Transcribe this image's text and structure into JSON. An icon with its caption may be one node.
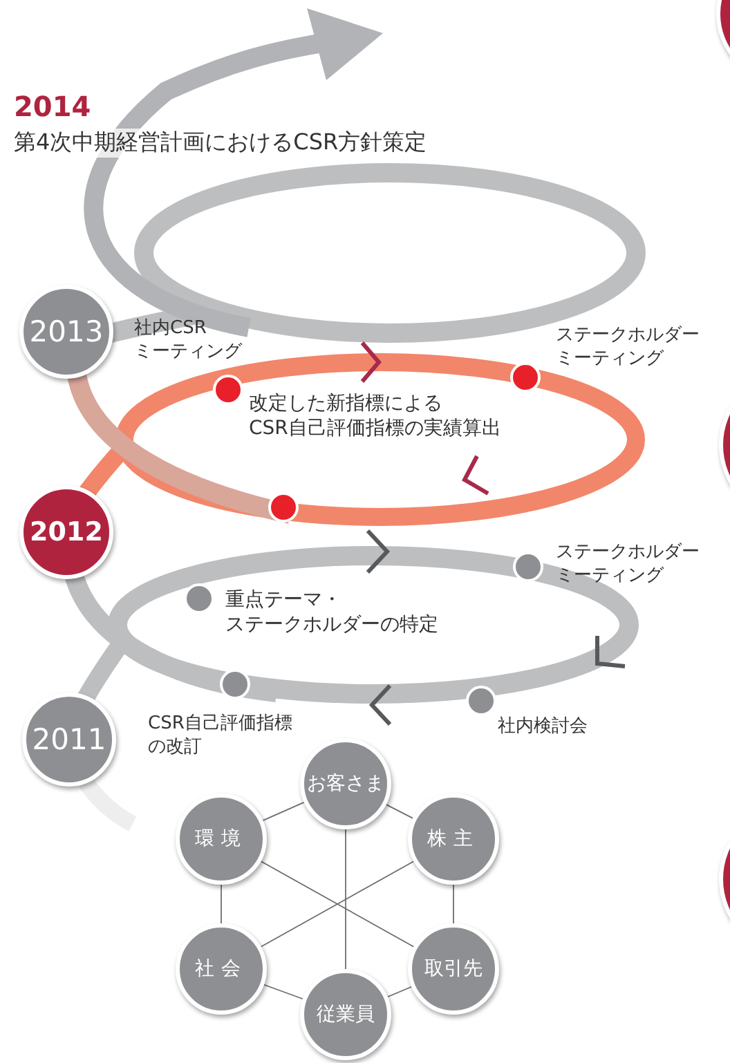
{
  "diagram": {
    "nodes": [
      {
        "text": [
          "2013"
        ]
      },
      {
        "text": [
          "2012"
        ]
      },
      {
        "text": [
          "2011"
        ]
      },
      {
        "text": [
          "お客さま"
        ]
      },
      {
        "text": [
          "株主"
        ]
      },
      {
        "text": [
          "取引先"
        ]
      },
      {
        "text": [
          "従業員"
        ]
      },
      {
        "text": [
          "社会"
        ]
      },
      {
        "text": [
          "環境"
        ]
      },
      {
        "text": [],
        "shape": "circle"
      },
      {
        "text": [],
        "shape": "circle"
      },
      {
        "text": [],
        "shape": "circle"
      }
    ],
    "edges": [
      {
        "from": 3,
        "to": 4,
        "arrow": "none"
      },
      {
        "from": 4,
        "to": 5,
        "arrow": "none"
      },
      {
        "from": 5,
        "to": 6,
        "arrow": "none"
      },
      {
        "from": 6,
        "to": 7,
        "arrow": "none"
      },
      {
        "from": 7,
        "to": 8,
        "arrow": "none"
      },
      {
        "from": 8,
        "to": 3,
        "arrow": "none"
      },
      {
        "from": 3,
        "to": 6,
        "arrow": "none"
      },
      {
        "from": 8,
        "to": 5,
        "arrow": "none"
      },
      {
        "from": 4,
        "to": 7,
        "arrow": "none"
      }
    ],
    "labels": [
      "2014",
      "第4次中期経営計画におけるCSR方針策定",
      "社内CSRミーティング",
      "ステークホルダーミーティング",
      "改定した新指標によるCSR自己評価指標の実績算出",
      "ステークホルダーミーティング",
      "重点テーマ・ステークホルダーの特定",
      "CSR自己評価指標の改訂",
      "社内検討会"
    ]
  }
}
